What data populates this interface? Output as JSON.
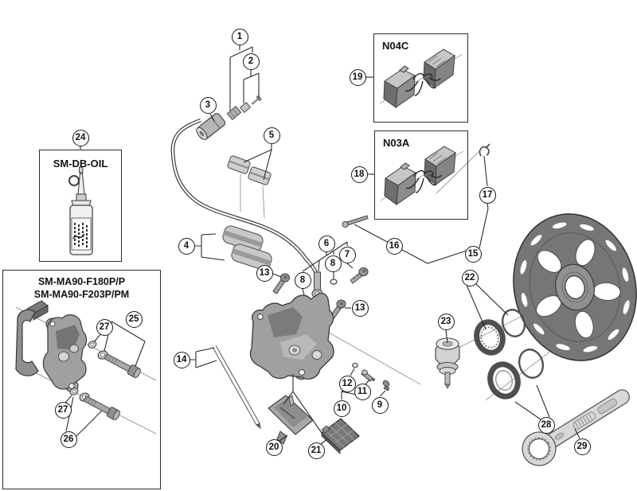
{
  "figure": {
    "type": "exploded-parts-diagram",
    "boxes": {
      "oil": {
        "label": "SM-DB-OIL"
      },
      "adapter": {
        "label_line1": "SM-MA90-F180P/P",
        "label_line2": "SM-MA90-F203P/PM"
      },
      "pad_kit_top": {
        "label": "N04C"
      },
      "pad_kit_bottom": {
        "label": "N03A"
      }
    },
    "callouts": {
      "c1": "1",
      "c2": "2",
      "c3": "3",
      "c4": "4",
      "c5": "5",
      "c6": "6",
      "c7": "7",
      "c8": "8",
      "c9": "9",
      "c10": "10",
      "c11": "11",
      "c12": "12",
      "c13": "13",
      "c14": "14",
      "c15": "15",
      "c16": "16",
      "c17": "17",
      "c18": "18",
      "c19": "19",
      "c20": "20",
      "c21": "21",
      "c22": "22",
      "c23": "23",
      "c24": "24",
      "c25": "25",
      "c26": "26",
      "c27": "27",
      "c28": "28",
      "c29": "29"
    }
  }
}
